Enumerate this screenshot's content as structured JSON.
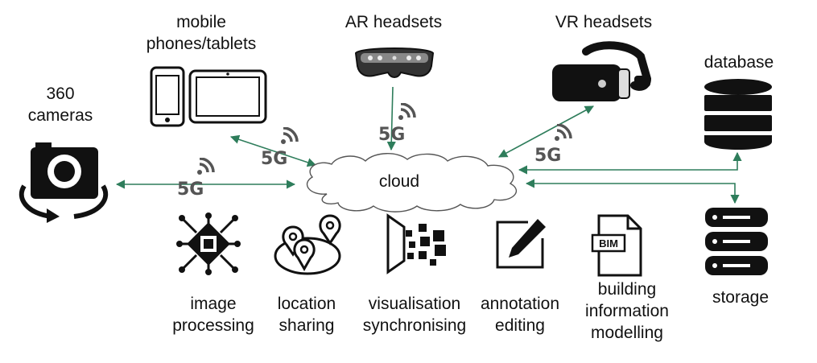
{
  "devices": {
    "cameras": [
      "360",
      "cameras"
    ],
    "mobile": [
      "mobile",
      "phones/tablets"
    ],
    "ar": [
      "AR headsets"
    ],
    "vr": [
      "VR headsets"
    ]
  },
  "backend": {
    "database": "database",
    "storage": "storage"
  },
  "cloud_label": "cloud",
  "network_badge": "5G",
  "services": {
    "image_processing": [
      "image",
      "processing"
    ],
    "location_sharing": [
      "location",
      "sharing"
    ],
    "visualisation": [
      "visualisation",
      "synchronising"
    ],
    "annotation": [
      "annotation",
      "editing"
    ],
    "bim": [
      "building",
      "information",
      "modelling"
    ],
    "bim_doc_text": "BIM"
  },
  "colors": {
    "connector": "#2e7d5b",
    "icon": "#111111",
    "badge": "#555555"
  }
}
